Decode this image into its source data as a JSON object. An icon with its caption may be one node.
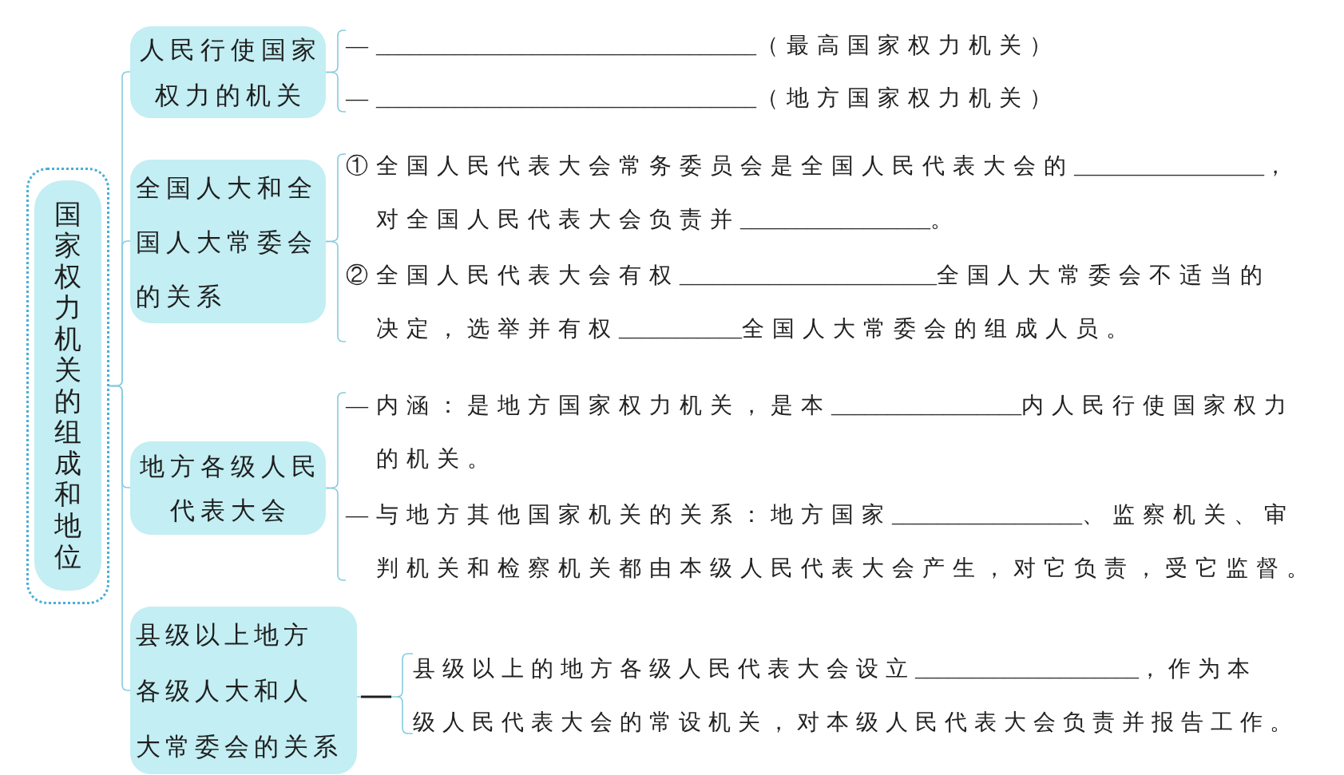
{
  "diagram": {
    "nodes": [
      {
        "text": [
          "国家权力机关的组成和地位"
        ]
      },
      {
        "text": [
          "人民行使国家权力的机关"
        ]
      },
      {
        "text": [
          "—__________________________________（最高国家权力机关）"
        ]
      },
      {
        "text": [
          "—__________________________________（地方国家权力机关）"
        ]
      },
      {
        "text": [
          "全国人大和全国人大常委会的关系"
        ]
      },
      {
        "text": [
          "①全国人民代表大会常务委员会是全国人民代表大会的_________________，对全国人民代表大会负责并_________________。"
        ]
      },
      {
        "text": [
          "②全国人民代表大会有权_______________________全国人大常委会不适当的决定，选举并有权___________全国人大常委会的组成人员。"
        ]
      },
      {
        "text": [
          "地方各级人民代表大会"
        ]
      },
      {
        "text": [
          "—内涵：是地方国家权力机关，是本_________________内人民行使国家权力的机关。"
        ]
      },
      {
        "text": [
          "—与地方其他国家机关的关系：地方国家_________________、监察机关、审判机关和检察机关都由本级人民代表大会产生，对它负责，受它监督。"
        ]
      },
      {
        "text": [
          "县级以上地方各级人大和人大常委会的关系"
        ]
      },
      {
        "text": [
          "县级以上的地方各级人民代表大会设立____________________，作为本级人民代表大会的常设机关，对本级人民代表大会负责并报告工作。"
        ]
      }
    ],
    "edges": [
      {
        "from": 0,
        "to": 1,
        "arrow": "none"
      },
      {
        "from": 0,
        "to": 4,
        "arrow": "none"
      },
      {
        "from": 0,
        "to": 7,
        "arrow": "none"
      },
      {
        "from": 0,
        "to": 10,
        "arrow": "none"
      },
      {
        "from": 1,
        "to": 2,
        "arrow": "none"
      },
      {
        "from": 1,
        "to": 3,
        "arrow": "none"
      },
      {
        "from": 4,
        "to": 5,
        "arrow": "none"
      },
      {
        "from": 4,
        "to": 6,
        "arrow": "none"
      },
      {
        "from": 7,
        "to": 8,
        "arrow": "none"
      },
      {
        "from": 7,
        "to": 9,
        "arrow": "none"
      },
      {
        "from": 10,
        "to": 11,
        "arrow": "none"
      }
    ]
  }
}
